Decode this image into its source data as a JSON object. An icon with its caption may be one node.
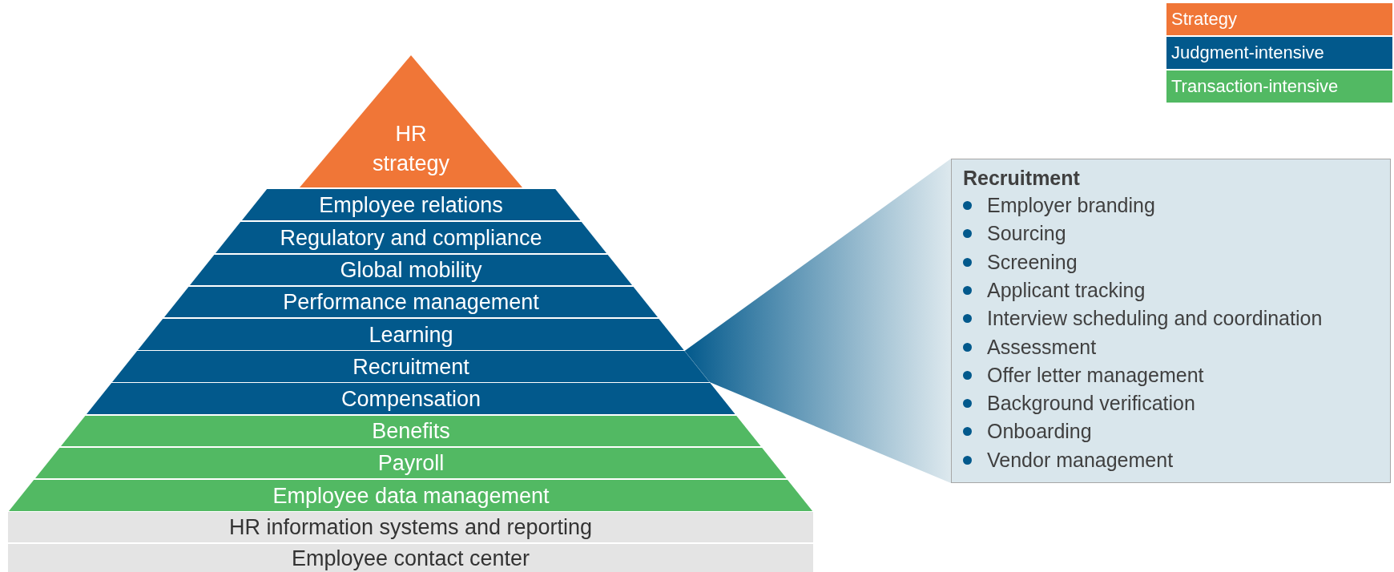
{
  "diagram": {
    "nodes": [
      {
        "text": [
          "HR strategy"
        ]
      },
      {
        "text": [
          "Employee relations"
        ]
      },
      {
        "text": [
          "Regulatory and compliance"
        ]
      },
      {
        "text": [
          "Global mobility"
        ]
      },
      {
        "text": [
          "Performance management"
        ]
      },
      {
        "text": [
          "Learning"
        ]
      },
      {
        "text": [
          "Recruitment"
        ]
      },
      {
        "text": [
          "Compensation"
        ]
      },
      {
        "text": [
          "Benefits"
        ]
      },
      {
        "text": [
          "Payroll"
        ]
      },
      {
        "text": [
          "Employee data management"
        ]
      },
      {
        "text": [
          "HR information systems and reporting"
        ]
      },
      {
        "text": [
          "Employee contact center"
        ]
      },
      {
        "text": [
          "Recruitment",
          "Employer branding",
          "Sourcing",
          "Screening",
          "Applicant tracking",
          "Interview scheduling and coordination",
          "Assessment",
          "Offer letter management",
          "Background verification",
          "Onboarding",
          "Vendor management"
        ]
      }
    ],
    "edges": [
      {
        "from": 6,
        "to": 13,
        "arrow": "none"
      }
    ],
    "legend": [
      {
        "text": "Strategy",
        "color": "#f07637"
      },
      {
        "text": "Judgment-intensive",
        "color": "#02598c"
      },
      {
        "text": "Transaction-intensive",
        "color": "#52b963"
      }
    ]
  }
}
